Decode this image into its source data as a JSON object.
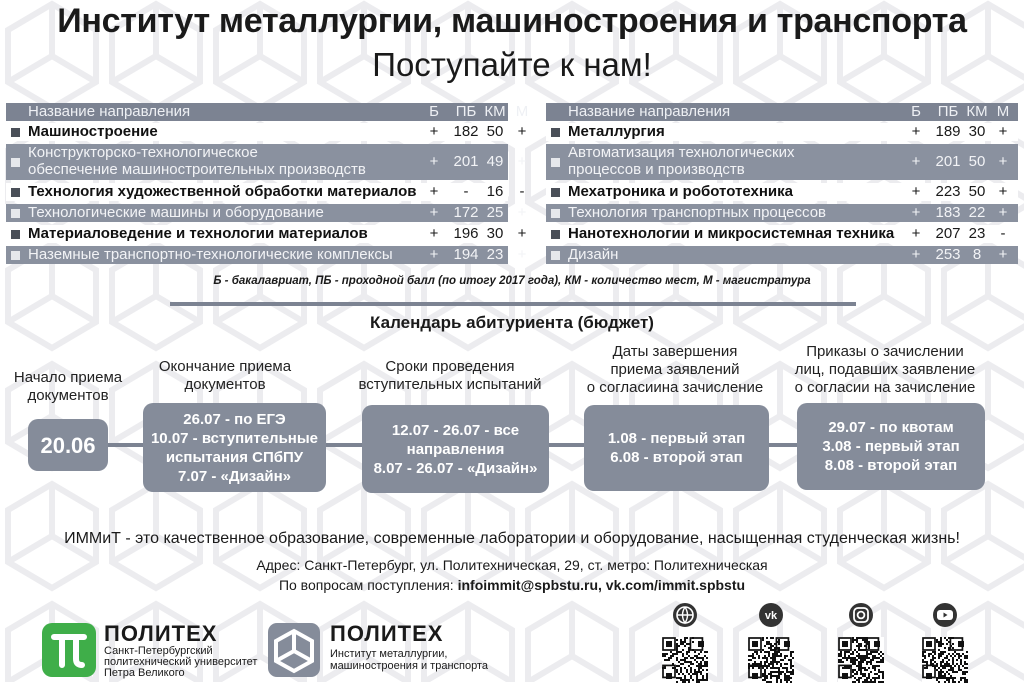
{
  "title": "Институт металлургии, машиностроения и транспорта",
  "subtitle": "Поступайте к нам!",
  "table": {
    "headers": {
      "name": "Название направления",
      "b": "Б",
      "pb": "ПБ",
      "km": "КМ",
      "m": "М"
    },
    "left": [
      {
        "name": "Машиностроение",
        "b": "+",
        "pb": "182",
        "km": "50",
        "m": "+"
      },
      {
        "name": "Конструкторско-технологическое",
        "name2": "обеспечение машиностроительных производств",
        "b": "+",
        "pb": "201",
        "km": "49",
        "m": "+"
      },
      {
        "name": "Технология художественной обработки материалов",
        "b": "+",
        "pb": "-",
        "km": "16",
        "m": "-"
      },
      {
        "name": "Технологические машины и оборудование",
        "b": "+",
        "pb": "172",
        "km": "25",
        "m": "+"
      },
      {
        "name": "Материаловедение и технологии материалов",
        "b": "+",
        "pb": "196",
        "km": "30",
        "m": "+"
      },
      {
        "name": "Наземные транспортно-технологические комплексы",
        "b": "+",
        "pb": "194",
        "km": "23",
        "m": "+"
      }
    ],
    "right": [
      {
        "name": "Металлургия",
        "b": "+",
        "pb": "189",
        "km": "30",
        "m": "+"
      },
      {
        "name": "Автоматизация технологических",
        "name2": "процессов и производств",
        "b": "+",
        "pb": "201",
        "km": "50",
        "m": "+"
      },
      {
        "name": "Мехатроника и робототехника",
        "b": "+",
        "pb": "223",
        "km": "50",
        "m": "+"
      },
      {
        "name": "Технология транспортных процессов",
        "b": "+",
        "pb": "183",
        "km": "22",
        "m": "+"
      },
      {
        "name": "Нанотехнологии и микросистемная техника",
        "b": "+",
        "pb": "207",
        "km": "23",
        "m": "-"
      },
      {
        "name": "Дизайн",
        "b": "+",
        "pb": "253",
        "km": "8",
        "m": "+"
      }
    ]
  },
  "legend": "Б - бакалавриат, ПБ - проходной балл (по итогу 2017 года), КМ - количество мест, М - магистратура",
  "calendar": {
    "title": "Календарь абитуриента (бюджет)",
    "steps": [
      {
        "label1": "Начало приема",
        "label2": "документов",
        "box": [
          "20.06"
        ]
      },
      {
        "label1": "Окончание приема",
        "label2": "документов",
        "box": [
          "26.07 - по ЕГЭ",
          "10.07 - вступительные",
          "испытания СПбПУ",
          "7.07 - «Дизайн»"
        ]
      },
      {
        "label1": "Сроки проведения",
        "label2": "вступительных испытаний",
        "box": [
          "12.07 - 26.07 - все",
          "направления",
          "8.07 - 26.07 - «Дизайн»"
        ]
      },
      {
        "label1": "Даты завершения",
        "label2": "приема заявлений",
        "label3": "о согласиина зачисление",
        "box": [
          "1.08 - первый этап",
          "6.08 - второй этап"
        ]
      },
      {
        "label1": "Приказы о зачислении",
        "label2": "лиц, подавших заявление",
        "label3": "о согласии на зачисление",
        "box": [
          "29.07 - по квотам",
          "3.08 - первый этап",
          "8.08 - второй этап"
        ]
      }
    ]
  },
  "slogan": "ИММиТ - это качественное образование,  современные лаборатории и оборудование,  насыщенная студенческая жизнь!",
  "address": "Адрес: Санкт-Петербург, ул. Политехническая, 29, ст. метро: Политехническая",
  "contact": {
    "prefix": "По вопросам поступления: ",
    "links": "infoimmit@spbstu.ru, vk.com/immit.spbstu"
  },
  "logo1": {
    "name": "ПОЛИТЕХ",
    "line1": "Санкт-Петербургский",
    "line2": "политехнический университет",
    "line3": "Петра Великого",
    "color": "#3fae49"
  },
  "logo2": {
    "name": "ПОЛИТЕХ",
    "line1": "Институт металлургии,",
    "line2": "машиностроения и транспорта"
  },
  "social": [
    "globe-icon",
    "vk-icon",
    "instagram-icon",
    "youtube-icon"
  ],
  "colors": {
    "accent": "#858c9a",
    "header": "#7c8392",
    "green": "#3fae49"
  }
}
